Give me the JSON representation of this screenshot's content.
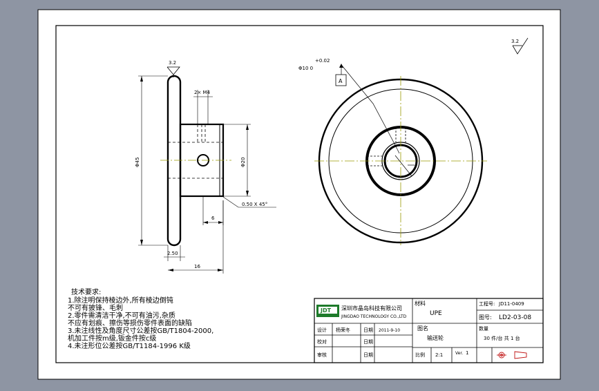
{
  "colors": {
    "background": "#8e95a3",
    "sheet": "#ffffff",
    "centerline": "#9a9a00",
    "logo_green": "#1d7a2a",
    "logo_red": "#c01010"
  },
  "drawing": {
    "roughness_top": "3.2",
    "roughness_left": "3.2",
    "dim_m4": "2× M4",
    "dim_phi45": "Φ45",
    "dim_phi20": "Φ20",
    "dim_chamfer": "0.50 X 45°",
    "dim_6": "6",
    "dim_250": "2.50",
    "dim_16": "16",
    "tol_upper": "+0.02",
    "tol_value": "Φ10  0",
    "datum": "A"
  },
  "notes": {
    "title": "技术要求:",
    "lines": [
      "1.除注明保持棱边外,所有棱边倒钝",
      "   不可有披锋、毛刺",
      "2.零件需清洁干净,不可有油污,杂质",
      "   不应有划痕、擦伤等损伤零件表面的缺陷",
      "3.未注线性及角度尺寸公差按GB/T1804-2000,",
      "   机加工件按m级,钣金件按c级",
      "4.未注形位公差按GB/T1184-1996 K级"
    ]
  },
  "titleblock": {
    "company_cn": "深圳市晶岛科技有限公司",
    "company_en": "JINGDAO TECHNOLOGY CO.,LTD",
    "logo_text": "JDT",
    "material_label": "材料",
    "material_value": "UPE",
    "project_label": "工程号:",
    "project_value": "JD11-0409",
    "drawing_no_label": "图号:",
    "drawing_no_value": "LD2-03-08",
    "design_label": "设计",
    "designer": "杨荣冬",
    "date_label": "日期",
    "date_value": "2011-9-10",
    "drawing_name_label": "图名",
    "drawing_name_value": "输送轮",
    "qty_label": "数量",
    "qty_value": "30 件/台    共 1 台",
    "check_label": "校对",
    "date_label2": "日期",
    "review_label": "审核",
    "date_label3": "日期",
    "scale_label": "比例",
    "scale_value": "2:1",
    "ver_label": "Ver.",
    "ver_value": "1"
  }
}
